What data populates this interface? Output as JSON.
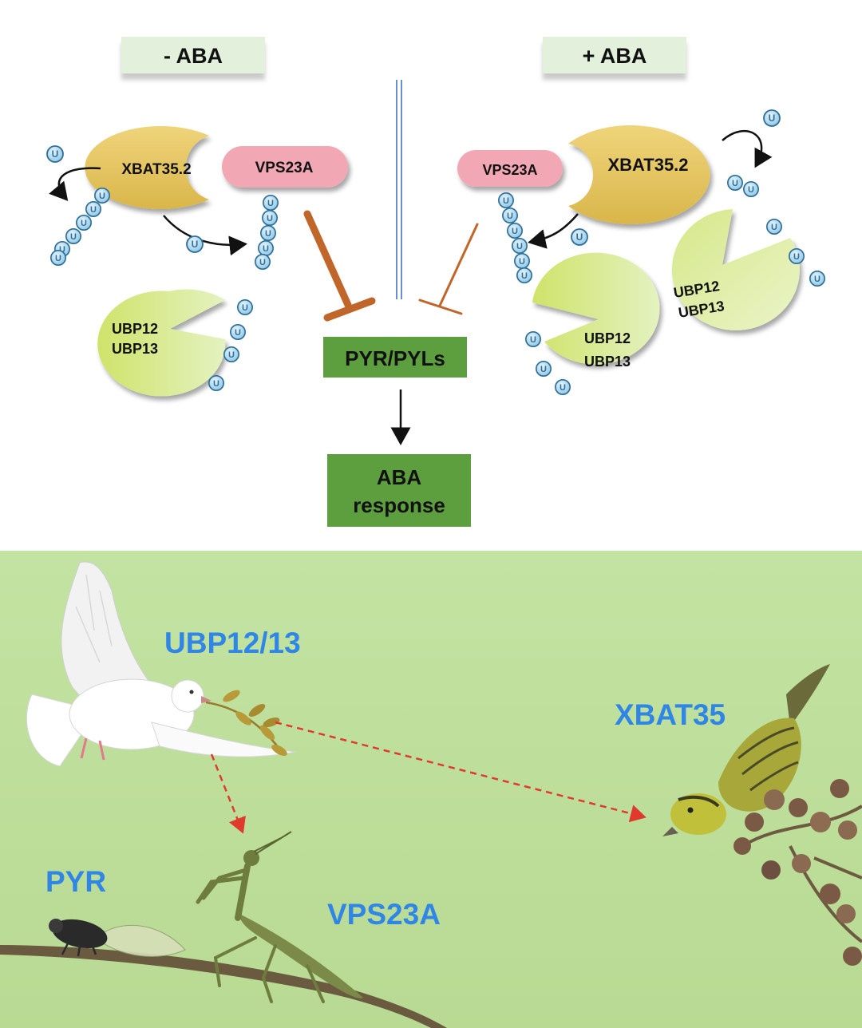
{
  "diagram": {
    "panels": {
      "minus_aba": {
        "header": "- ABA"
      },
      "plus_aba": {
        "header": "+ ABA"
      }
    },
    "labels": {
      "xbat_left": "XBAT35.2",
      "vps_left": "VPS23A",
      "ubp_left_line1": "UBP12",
      "ubp_left_line2": "UBP13",
      "xbat_right": "XBAT35.2",
      "vps_right": "VPS23A",
      "ubp_right_a_line1": "UBP12",
      "ubp_right_a_line2": "UBP13",
      "ubp_right_b_line1": "UBP12",
      "ubp_right_b_line2": "UBP13"
    },
    "center": {
      "receptor": "PYR/PYLs",
      "response_line1": "ABA",
      "response_line2": "response"
    },
    "ubiquitin_symbol": "U",
    "colors": {
      "xbat": "#E4C45A",
      "vps": "#F2A7B4",
      "ubp_light": "#E9F2A8",
      "ubp_dark": "#B9D86A",
      "box_green": "#5D9E3F",
      "header_bg": "#E3F1DC",
      "inhibit": "#C0662A",
      "ubiquitin": "#6EB4DC",
      "panel_bg": "#C5E49E"
    }
  },
  "analogy": {
    "labels": {
      "ubp": "UBP12/13",
      "xbat": "XBAT35",
      "pyr": "PYR",
      "vps": "VPS23A"
    },
    "label_color": "#2F86E6"
  }
}
